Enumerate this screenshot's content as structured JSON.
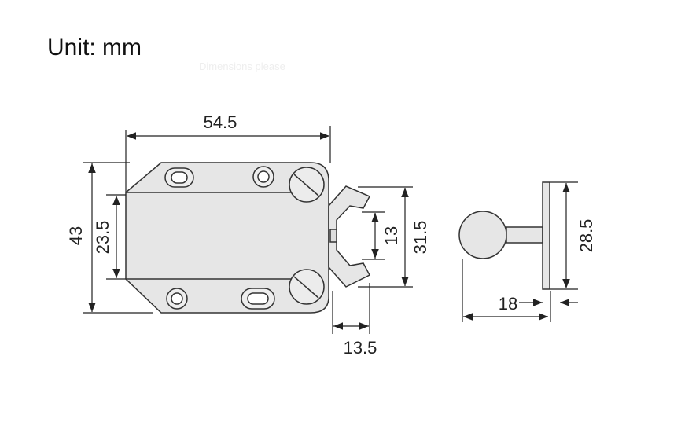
{
  "unit_label": "Unit: mm",
  "ghost_text": {
    "line1": "Dimensions please"
  },
  "dimensions": {
    "overall_length": "54.5",
    "overall_height": "43",
    "body_inner_height": "23.5",
    "jaw_inner_opening": "13",
    "jaw_outer_height": "31.5",
    "jaw_length": "13.5",
    "knob_plate_height": "28.5",
    "knob_depth": "18"
  }
}
